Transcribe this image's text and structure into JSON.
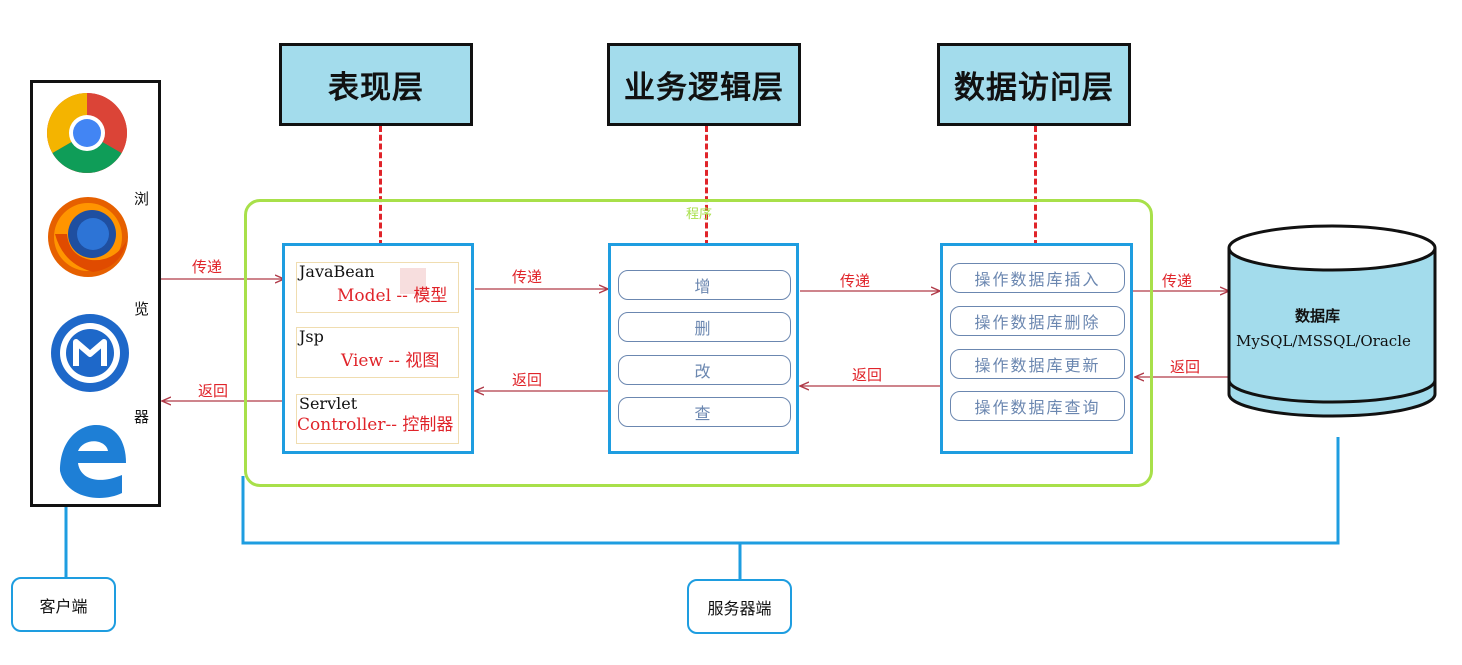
{
  "layers": {
    "presentation": "表现层",
    "business": "业务逻辑层",
    "data_access": "数据访问层"
  },
  "program_label": "程序",
  "browser": {
    "label_chars": [
      "浏",
      "览",
      "器"
    ],
    "icons": [
      "chrome-icon",
      "firefox-icon",
      "maxthon-icon",
      "edge-icon"
    ]
  },
  "mvc": {
    "model": {
      "en": "JavaBean",
      "zh": "Model -- 模型"
    },
    "view": {
      "en": "Jsp",
      "zh": "View  -- 视图"
    },
    "controller": {
      "en": "Servlet",
      "zh": "Controller-- 控制器"
    }
  },
  "crud": [
    "增",
    "删",
    "改",
    "查"
  ],
  "db_ops": [
    "操作数据库插入",
    "操作数据库删除",
    "操作数据库更新",
    "操作数据库查询"
  ],
  "database": {
    "title": "数据库",
    "products": "MySQL/MSSQL/Oracle"
  },
  "arrows": {
    "transfer": "传递",
    "return": "返回"
  },
  "client_label": "客户端",
  "server_label": "服务器端",
  "colors": {
    "layer_fill": "#a3dcec",
    "program_border": "#a8e04a",
    "panel_border": "#1e9de0",
    "arrow": "#b03a48",
    "dash": "#e0242a"
  }
}
